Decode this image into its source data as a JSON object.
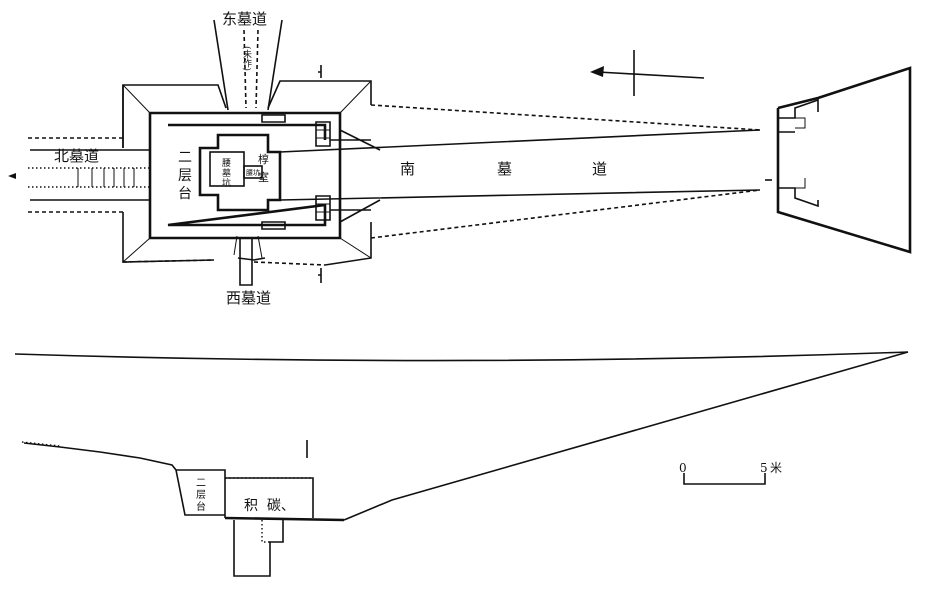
{
  "plan": {
    "east_passage": "东墓道",
    "east_note": "(未作)",
    "north_passage": "北墓道",
    "south_passage": [
      "南",
      "墓",
      "道"
    ],
    "west_passage": "西墓道",
    "second_tier": [
      "二",
      "层",
      "台"
    ],
    "chamber": [
      "椁",
      "室"
    ],
    "grave_pit": [
      "腰",
      "墓",
      "坑"
    ],
    "small_pit": "腰坑"
  },
  "section": {
    "second_tier": [
      "二",
      "层",
      "台"
    ],
    "fill_label": "积  碳、"
  },
  "scale_bar": {
    "start": "0",
    "end": "5",
    "unit": "米"
  }
}
